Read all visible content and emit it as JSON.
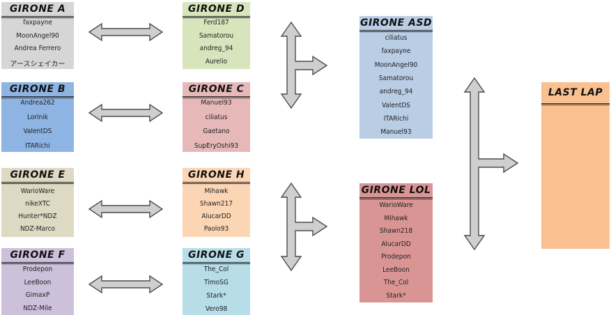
{
  "groups": [
    {
      "id": "a",
      "title": "GIRONE A",
      "color": "#d6d6d6",
      "players": [
        "faxpayne",
        "MoonAngel90",
        "Andrea Ferrero",
        "アースシェイカー"
      ]
    },
    {
      "id": "b",
      "title": "GIRONE B",
      "color": "#8eb4e3",
      "players": [
        "Andrea262",
        "Lorinik",
        "ValentDS",
        "ITARichi"
      ]
    },
    {
      "id": "e",
      "title": "GIRONE E",
      "color": "#ddd9c3",
      "players": [
        "WarioWare",
        "nikeXTC",
        "Hunter*NDZ",
        "NDZ-Marco"
      ]
    },
    {
      "id": "f",
      "title": "GIRONE F",
      "color": "#ccc0da",
      "players": [
        "Prodepon",
        "LeeBoon",
        "GimaxP",
        "NDZ-Mile"
      ]
    },
    {
      "id": "d",
      "title": "GIRONE D",
      "color": "#d7e4bc",
      "players": [
        "Ferd187",
        "Samatorou",
        "andreg_94",
        "Aurelio"
      ]
    },
    {
      "id": "c",
      "title": "GIRONE C",
      "color": "#e6b9b8",
      "players": [
        "Manuel93",
        "ciliatus",
        "Gaetano",
        "SupEryOshi93"
      ]
    },
    {
      "id": "h",
      "title": "GIRONE H",
      "color": "#fcd5b4",
      "players": [
        "Mihawk",
        "Shawn217",
        "AlucarDD",
        "Paolo93"
      ]
    },
    {
      "id": "g",
      "title": "GIRONE G",
      "color": "#b6dde8",
      "players": [
        "The_Col",
        "TimoSG",
        "Stark*",
        "Vero98"
      ]
    },
    {
      "id": "asd",
      "title": "GIRONE ASD",
      "color": "#b9cde5",
      "players": [
        "ciliatus",
        "faxpayne",
        "MoonAngel90",
        "Samatorou",
        "andreg_94",
        "ValentDS",
        "ITARichi",
        "Manuel93"
      ]
    },
    {
      "id": "lol",
      "title": "GIRONE LOL",
      "color": "#d99594",
      "players": [
        "WarioWare",
        "Mihawk",
        "Shawn218",
        "AlucarDD",
        "Prodepon",
        "LeeBoon",
        "The_Col",
        "Stark*"
      ]
    },
    {
      "id": "last",
      "title": "LAST LAP",
      "color": "#fac090",
      "players": []
    }
  ],
  "arrows": [
    {
      "name": "double-arrow-a-d",
      "type": "double-horizontal"
    },
    {
      "name": "double-arrow-b-c",
      "type": "double-horizontal"
    },
    {
      "name": "double-arrow-e-h",
      "type": "double-horizontal"
    },
    {
      "name": "double-arrow-f-g",
      "type": "double-horizontal"
    },
    {
      "name": "merge-arrow-to-asd",
      "type": "tee-right"
    },
    {
      "name": "merge-arrow-to-lol",
      "type": "tee-right"
    },
    {
      "name": "merge-arrow-to-last-lap",
      "type": "tee-right"
    }
  ]
}
